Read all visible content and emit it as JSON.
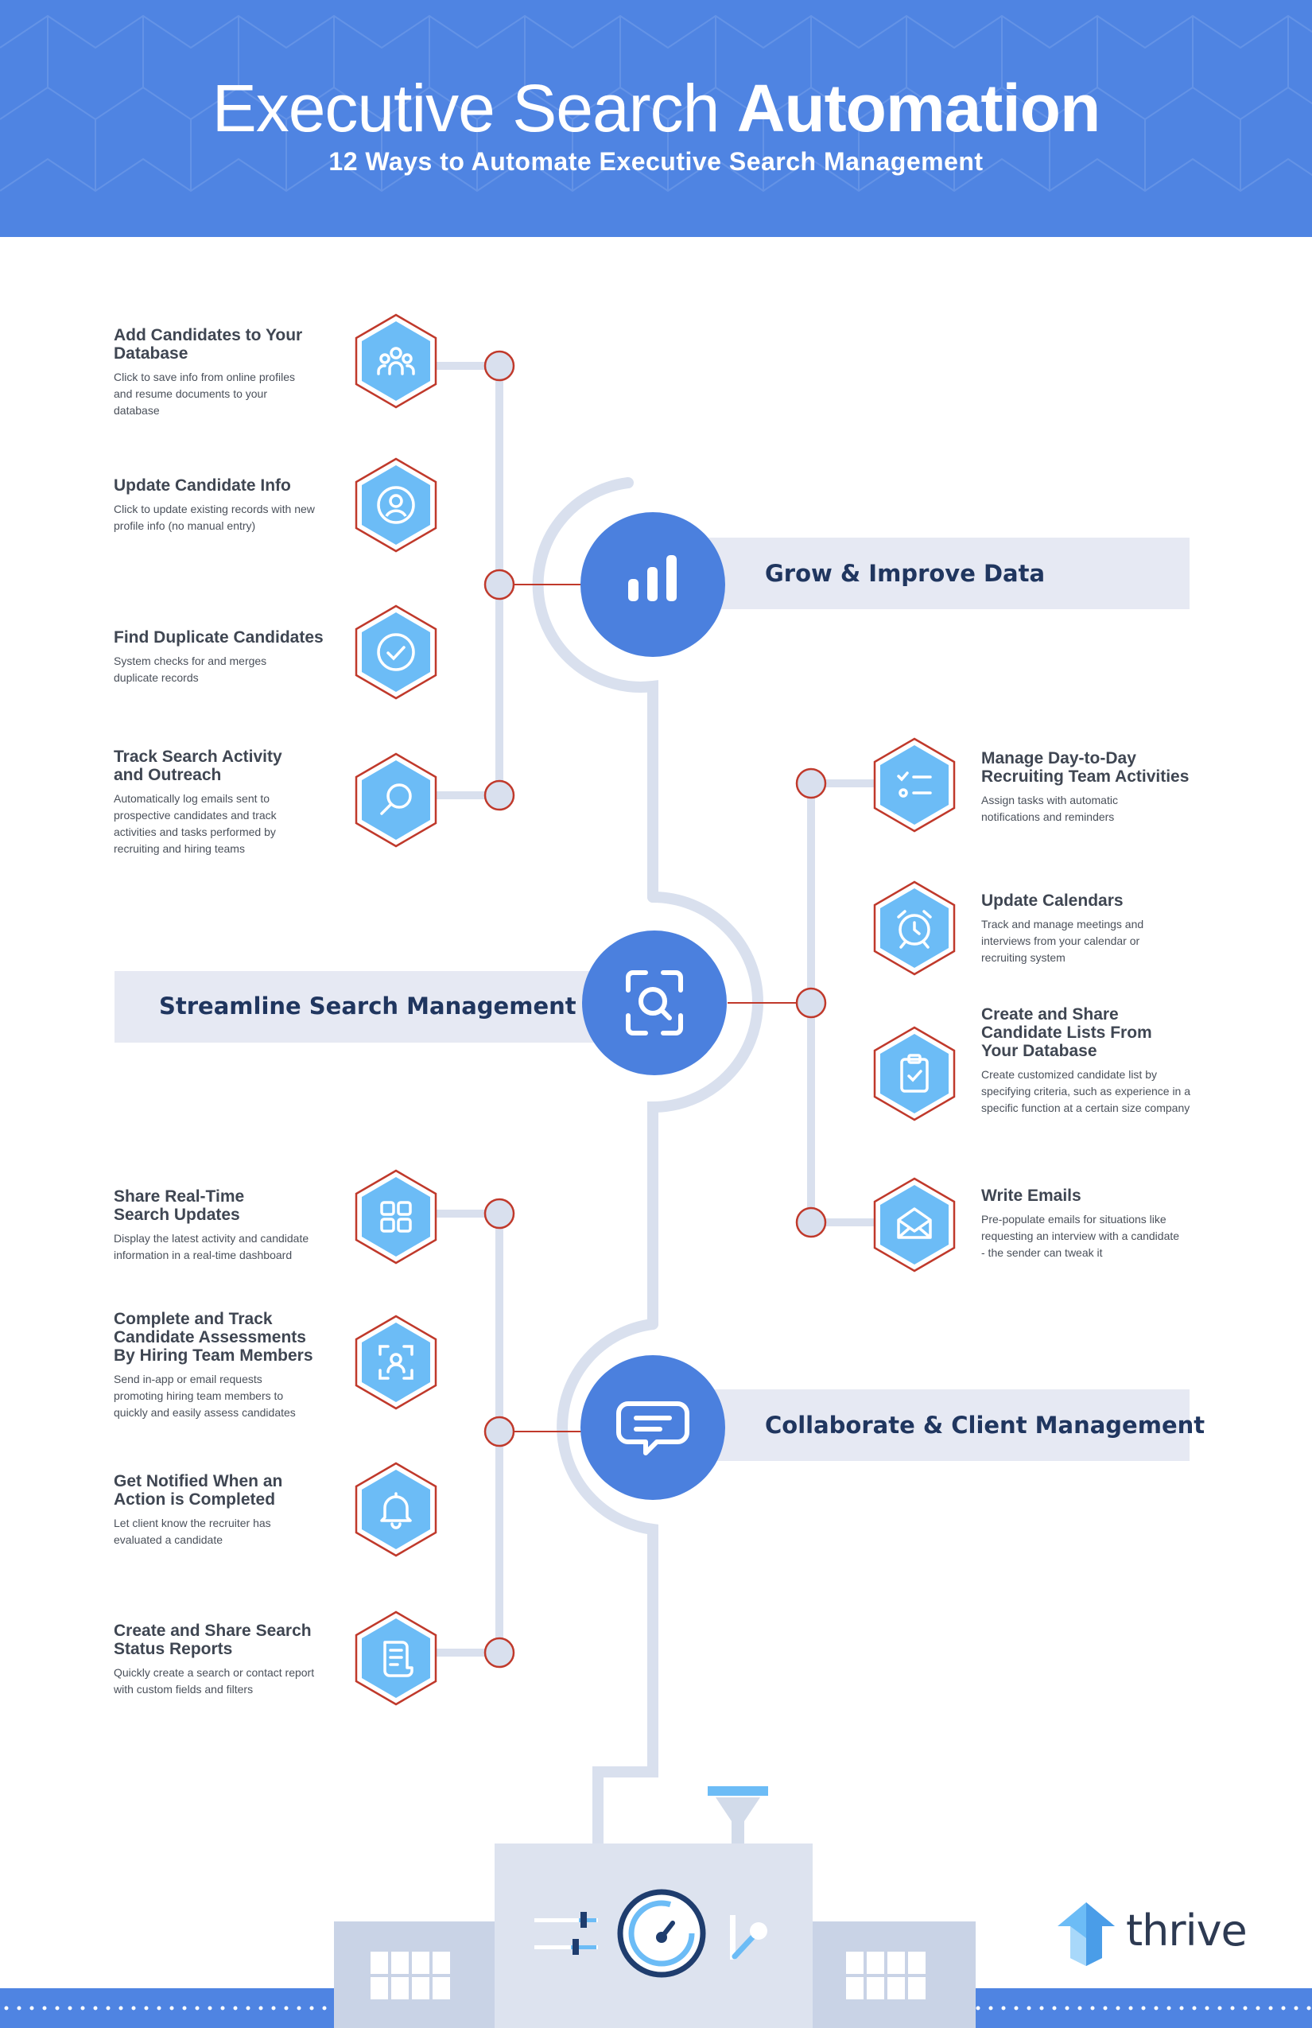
{
  "header": {
    "title_light": "Executive Search ",
    "title_bold": "Automation",
    "subtitle": "12 Ways to Automate Executive Search Management"
  },
  "colors": {
    "brand_blue": "#4f84e2",
    "hub_blue": "#4b80de",
    "icon_blue": "#6cbcf6",
    "hex_outline": "#c0392b",
    "connector": "#d9e0ee",
    "banner": "#e6e9f3",
    "text_dark": "#20365f"
  },
  "sections": {
    "grow": {
      "label": "Grow & Improve Data",
      "icon": "bar-chart-icon"
    },
    "streamline": {
      "label": "Streamline Search Management",
      "icon": "search-focus-icon"
    },
    "collaborate": {
      "label": "Collaborate & Client Management",
      "icon": "chat-bubble-icon"
    }
  },
  "items": [
    {
      "title": "Add Candidates to Your Database",
      "desc": "Click to save info from online profiles and resume documents to your database",
      "icon": "people-icon"
    },
    {
      "title": "Update Candidate Info",
      "desc": "Click to update existing records with new profile info (no manual entry)",
      "icon": "user-profile-icon"
    },
    {
      "title": "Find Duplicate Candidates",
      "desc": "System checks for and merges duplicate records",
      "icon": "check-circle-icon"
    },
    {
      "title": "Track Search Activity and Outreach",
      "desc": "Automatically log emails sent to prospective candidates and track activities and tasks performed by recruiting and hiring teams",
      "icon": "magnifier-icon"
    },
    {
      "title": "Manage Day-to-Day Recruiting Team Activities",
      "desc": "Assign tasks with automatic notifications and reminders",
      "icon": "checklist-icon"
    },
    {
      "title": "Update Calendars",
      "desc": "Track and manage meetings and interviews from your calendar or recruiting system",
      "icon": "alarm-clock-icon"
    },
    {
      "title": "Create and Share Candidate Lists From Your Database",
      "desc": "Create customized candidate list by specifying criteria, such as experience in a specific function at a certain size company",
      "icon": "clipboard-check-icon"
    },
    {
      "title": "Write Emails",
      "desc": "Pre-populate emails for situations like requesting an interview with a candidate - the sender can tweak it",
      "icon": "envelope-icon"
    },
    {
      "title": "Share Real-Time Search Updates",
      "desc": "Display the latest activity and candidate information in a real-time dashboard",
      "icon": "dashboard-grid-icon"
    },
    {
      "title": "Complete and Track Candidate Assessments By Hiring Team Members",
      "desc": "Send in-app or email requests promoting hiring team members to quickly and easily assess candidates",
      "icon": "user-focus-icon"
    },
    {
      "title": "Get Notified When an Action is Completed",
      "desc": "Let client know the recruiter has evaluated a candidate",
      "icon": "bell-icon"
    },
    {
      "title": "Create and Share Search Status Reports",
      "desc": "Quickly create a search or contact report with custom fields and filters",
      "icon": "report-scroll-icon"
    }
  ],
  "footer": {
    "brand": "thrive",
    "logo_icon": "thrive-arrow-logo-icon",
    "factory_icons": [
      "slider-controls-icon",
      "speed-gauge-icon",
      "lever-icon"
    ]
  }
}
